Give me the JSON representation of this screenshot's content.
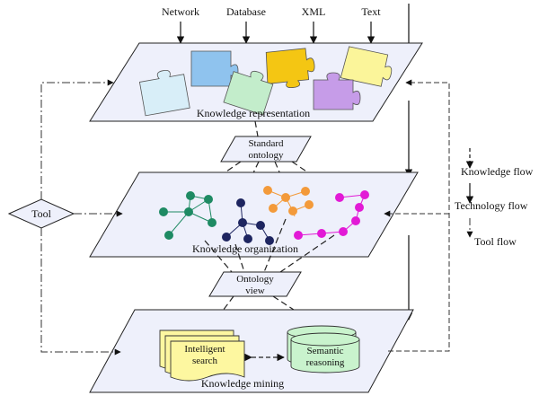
{
  "inputs": [
    "Network",
    "Database",
    "XML",
    "Text"
  ],
  "layers": {
    "representation": "Knowledge representation",
    "organization": "Knowledge organization",
    "mining": "Knowledge mining"
  },
  "connectors": {
    "standard_ontology": [
      "Standard",
      "ontology"
    ],
    "ontology_view": [
      "Ontology",
      "view"
    ]
  },
  "tool": "Tool",
  "mining_items": {
    "intelligent_search": [
      "Intelligent",
      "search"
    ],
    "semantic_reasoning": [
      "Semantic",
      "reasoning"
    ]
  },
  "legend": {
    "knowledge_flow": "Knowledge flow",
    "technology_flow": "Technology flow",
    "tool_flow": "Tool flow"
  },
  "colors": {
    "plane_fill": "#eef0fb",
    "puzzle_blue": "#8fc3ee",
    "puzzle_yellow": "#f4c613",
    "puzzle_light_yellow": "#fbf59a",
    "puzzle_light_blue": "#d8eef8",
    "puzzle_green": "#c3edcb",
    "puzzle_purple": "#c69ce8",
    "graph_green": "#1e8a63",
    "graph_navy": "#1e2560",
    "graph_orange": "#f39a3a",
    "graph_magenta": "#e21ad6",
    "doc_yellow": "#fdf7a0",
    "cylinder_green": "#c9f3cd"
  }
}
